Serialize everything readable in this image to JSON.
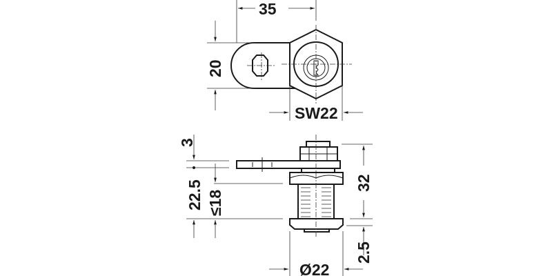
{
  "drawing": {
    "title": "Cam lock technical drawing",
    "top_view": {
      "dimensions": {
        "width": "35",
        "height": "20",
        "wrench_size": "SW22"
      }
    },
    "side_view": {
      "dimensions": {
        "cam_thickness": "3",
        "cam_offset": "22.5",
        "max_panel_thickness": "≤18",
        "total_height": "32",
        "flange_thickness": "2.5",
        "diameter": "Ø22"
      }
    },
    "colors": {
      "line": "#1a1a1a",
      "background": "#ffffff"
    }
  }
}
